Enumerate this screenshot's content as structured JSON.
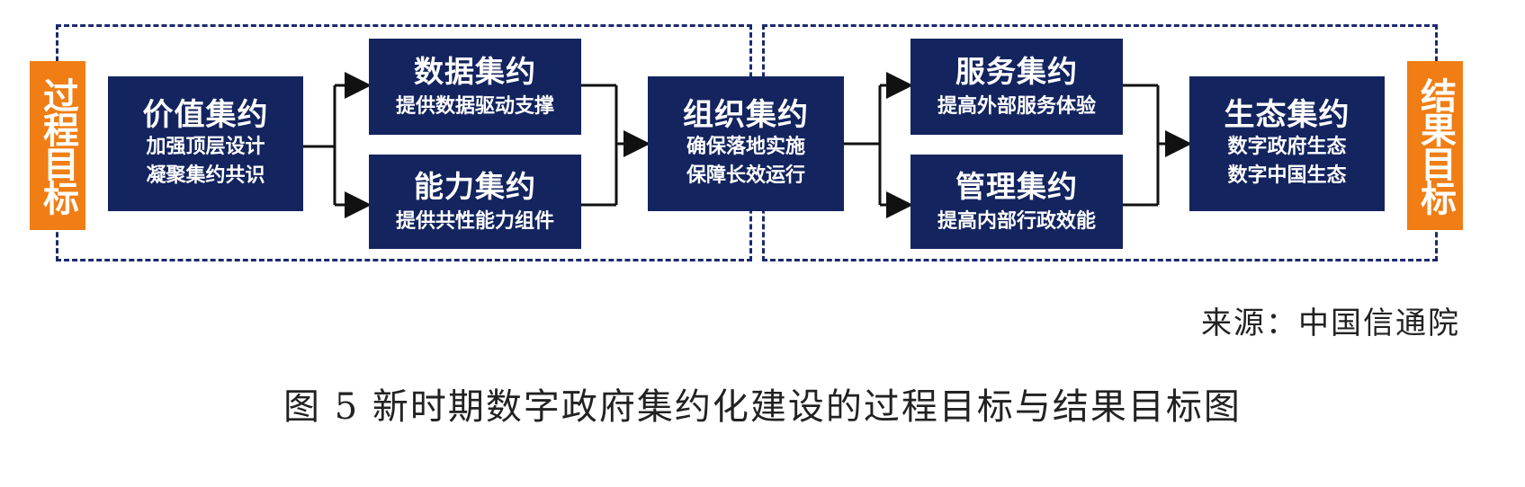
{
  "diagram": {
    "process_badge": "过程目标",
    "result_badge": "结果目标",
    "nodes": {
      "value": {
        "title": "价值集约",
        "line1": "加强顶层设计",
        "line2": "凝聚集约共识"
      },
      "data": {
        "title": "数据集约",
        "subtitle": "提供数据驱动支撑"
      },
      "ability": {
        "title": "能力集约",
        "subtitle": "提供共性能力组件"
      },
      "org": {
        "title": "组织集约",
        "line1": "确保落地实施",
        "line2": "保障长效运行"
      },
      "service": {
        "title": "服务集约",
        "subtitle": "提高外部服务体验"
      },
      "manage": {
        "title": "管理集约",
        "subtitle": "提高内部行政效能"
      },
      "eco": {
        "title": "生态集约",
        "line1": "数字政府生态",
        "line2": "数字中国生态"
      }
    },
    "colors": {
      "node_fill": "#13245f",
      "badge_fill": "#f07e14",
      "dash": "#1b2a6e"
    }
  },
  "source": "来源：中国信通院",
  "caption": "图 5  新时期数字政府集约化建设的过程目标与结果目标图"
}
